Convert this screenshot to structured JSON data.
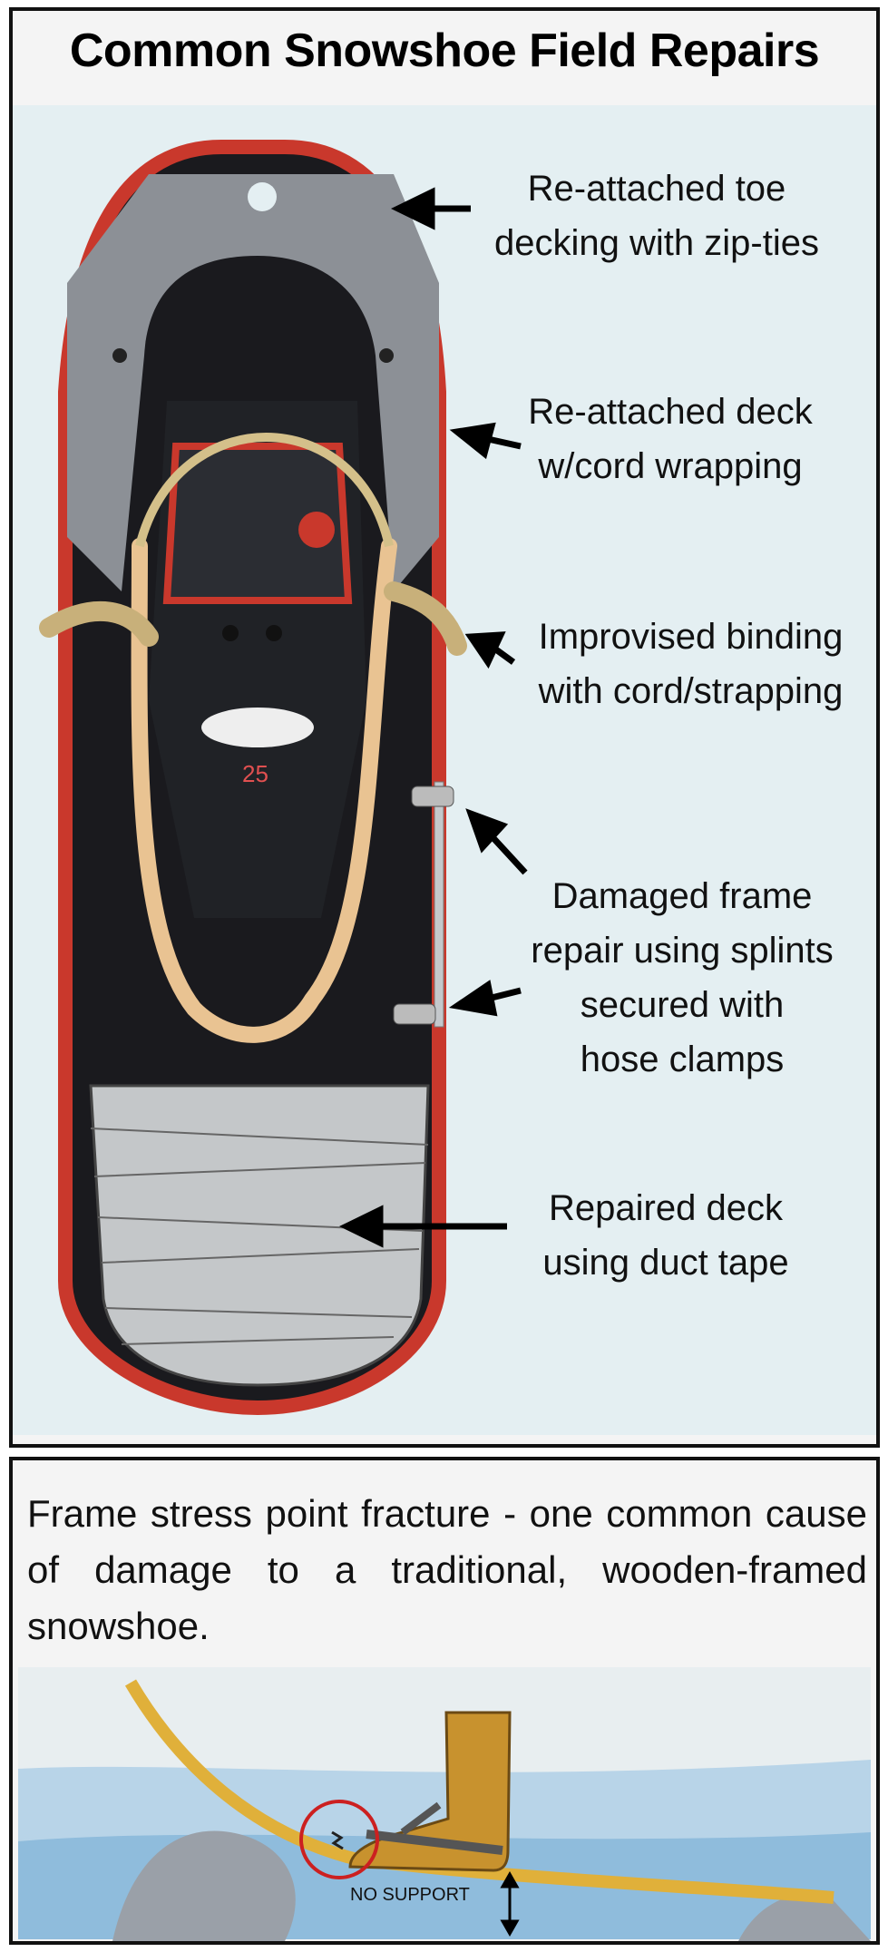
{
  "title": "Common Snowshoe Field Repairs",
  "repairs": [
    {
      "line1": "Re-attached toe",
      "line2": "decking with zip-ties"
    },
    {
      "line1": "Re-attached deck",
      "line2": "w/cord wrapping"
    },
    {
      "line1": "Improvised binding",
      "line2": "with cord/strapping"
    },
    {
      "line1": "Damaged frame",
      "line2": "repair using splints",
      "line3": "secured with",
      "line4": "hose clamps"
    },
    {
      "line1": "Repaired deck",
      "line2": "using duct tape"
    }
  ],
  "binding_number": "25",
  "caption": "Frame stress point fracture - one common cause of damage to a traditional, wooden-framed snowshoe.",
  "illustration": {
    "no_support_label": "NO SUPPORT"
  },
  "colors": {
    "frame": "#c9382c",
    "deck": "#8c9096",
    "cord": "#e9c392",
    "tape": "#c4c7c9",
    "sky": "#e2edf0",
    "wood": "#e0b03a",
    "boot": "#c8922e"
  }
}
